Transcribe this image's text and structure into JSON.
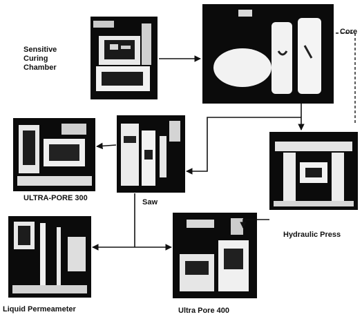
{
  "labels": {
    "sensitive_curing_chamber_line1": "Sensitive Curing",
    "sensitive_curing_chamber_line2": "Chamber",
    "core": "Core",
    "ultrapore_300": "ULTRA-PORE 300",
    "saw": "Saw",
    "hydraulic_press": "Hydraulic Press",
    "liquid_permeameter": "Liquid Permeameter",
    "ultrapore_400": "Ultra Pore 400"
  },
  "colors": {
    "background": "#ffffff",
    "photo_dark": "#0b0b0b",
    "photo_light": "#f2f2f2",
    "connector": "#111111"
  }
}
